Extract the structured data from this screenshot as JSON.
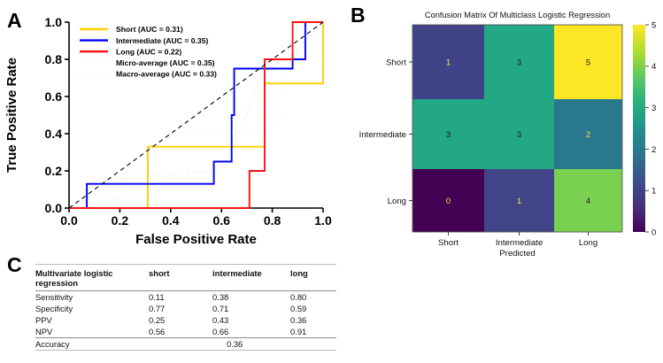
{
  "panels": {
    "a_letter": "A",
    "b_letter": "B",
    "c_letter": "C"
  },
  "roc": {
    "xlabel": "False Positive Rate",
    "ylabel": "True Positive Rate",
    "xticks": [
      "0.0",
      "0.2",
      "0.4",
      "0.6",
      "0.8",
      "1.0"
    ],
    "yticks": [
      "0.0",
      "0.2",
      "0.4",
      "0.6",
      "0.8",
      "1.0"
    ],
    "xlim": [
      0.0,
      1.0
    ],
    "ylim": [
      0.0,
      1.0
    ],
    "legend": [
      {
        "label": "Short (AUC = 0.31)",
        "color": "#FFD100",
        "style": "solid"
      },
      {
        "label": "Intermediate (AUC = 0.35)",
        "color": "#0000F5",
        "style": "solid"
      },
      {
        "label": "Long (AUC = 0.22)",
        "color": "#FF1111",
        "style": "solid"
      },
      {
        "label": "Micro-average (AUC = 0.35)",
        "color": "#20E5F5",
        "style": "dotted"
      },
      {
        "label": "Macro-average (AUC = 0.33)",
        "color": "#5A5A5A",
        "style": "dotted"
      }
    ],
    "chance_line": {
      "color": "#000000",
      "style": "dashed"
    }
  },
  "chart_data": [
    {
      "type": "line",
      "title": "ROC curves of multiclass logistic regression",
      "xlabel": "False Positive Rate",
      "ylabel": "True Positive Rate",
      "xlim": [
        0.0,
        1.0
      ],
      "ylim": [
        0.0,
        1.0
      ],
      "grid": false,
      "legend_position": "upper left",
      "series": [
        {
          "name": "Short",
          "auc": 0.31,
          "color": "#FFD100",
          "linestyle": "solid",
          "x": [
            0.0,
            0.31,
            0.31,
            0.77,
            0.77,
            0.93,
            0.93,
            1.0,
            1.0
          ],
          "y": [
            0.0,
            0.0,
            0.33,
            0.33,
            0.67,
            0.67,
            0.67,
            0.67,
            1.0
          ]
        },
        {
          "name": "Intermediate",
          "auc": 0.35,
          "color": "#0000F5",
          "linestyle": "solid",
          "x": [
            0.0,
            0.07,
            0.07,
            0.57,
            0.57,
            0.64,
            0.64,
            0.65,
            0.65,
            0.88,
            0.88,
            0.93,
            0.93,
            1.0
          ],
          "y": [
            0.0,
            0.0,
            0.13,
            0.13,
            0.25,
            0.25,
            0.5,
            0.5,
            0.75,
            0.75,
            0.8,
            0.8,
            1.0,
            1.0
          ]
        },
        {
          "name": "Long",
          "auc": 0.22,
          "color": "#FF1111",
          "linestyle": "solid",
          "x": [
            0.0,
            0.71,
            0.71,
            0.77,
            0.77,
            0.88,
            0.88,
            1.0
          ],
          "y": [
            0.0,
            0.0,
            0.2,
            0.2,
            0.8,
            0.8,
            1.0,
            1.0
          ]
        },
        {
          "name": "Micro-average",
          "auc": 0.35,
          "color": "#20E5F5",
          "linestyle": "dotted",
          "x": [
            0.0,
            0.06,
            0.06,
            0.3,
            0.3,
            0.35,
            0.35,
            0.41,
            0.41,
            0.41,
            0.41,
            0.77,
            0.77,
            0.8,
            0.8,
            0.88,
            0.88,
            0.94,
            0.94,
            1.0
          ],
          "y": [
            0.0,
            0.0,
            0.05,
            0.05,
            0.05,
            0.09,
            0.13,
            0.13,
            0.25,
            0.36,
            0.41,
            0.41,
            0.41,
            0.41,
            0.67,
            0.75,
            0.75,
            0.95,
            0.95,
            1.0
          ]
        },
        {
          "name": "Macro-average",
          "auc": 0.33,
          "color": "#5A5A5A",
          "linestyle": "dotted",
          "x": [
            0.0,
            0.07,
            0.16,
            0.26,
            0.31,
            0.38,
            0.5,
            0.57,
            0.6,
            0.64,
            0.68,
            0.71,
            0.74,
            0.77,
            0.8,
            0.84,
            0.88,
            0.92,
            0.96,
            1.0
          ],
          "y": [
            0.0,
            0.05,
            0.12,
            0.17,
            0.18,
            0.18,
            0.19,
            0.2,
            0.24,
            0.31,
            0.43,
            0.55,
            0.66,
            0.75,
            0.76,
            0.8,
            0.82,
            0.88,
            0.94,
            1.0
          ]
        },
        {
          "name": "Chance",
          "color": "#000000",
          "linestyle": "dashed",
          "x": [
            0.0,
            1.0
          ],
          "y": [
            0.0,
            1.0
          ]
        }
      ]
    },
    {
      "type": "heatmap",
      "title": "Confusion Matrix Of Multiclass Logistic Regression",
      "xlabel": "Predicted",
      "ylabel": "",
      "x_categories": [
        "Short",
        "Intermediate",
        "Long"
      ],
      "y_categories": [
        "Short",
        "Intermediate",
        "Long"
      ],
      "values": [
        [
          1,
          3,
          5
        ],
        [
          3,
          3,
          2
        ],
        [
          0,
          1,
          4
        ]
      ],
      "colormap": "viridis",
      "colorbar": {
        "min": 0,
        "max": 5,
        "ticks": [
          "0",
          "1",
          "2",
          "3",
          "4",
          "5"
        ]
      },
      "cell_colors": [
        [
          "#404387",
          "#22a884",
          "#fde725"
        ],
        [
          "#22a884",
          "#22a884",
          "#2a788e"
        ],
        [
          "#440154",
          "#414487",
          "#7ad151"
        ]
      ],
      "cell_text_colors": [
        [
          "#f0e442",
          "#1a1a1a",
          "#1a1a1a"
        ],
        [
          "#1a1a1a",
          "#1a1a1a",
          "#f0e442"
        ],
        [
          "#f0e442",
          "#f0e442",
          "#1a1a1a"
        ]
      ]
    }
  ],
  "confusion_matrix": {
    "title": "Confusion Matrix Of Multiclass Logistic Regression",
    "xlabel": "Predicted",
    "row_labels": [
      "Short",
      "Intermediate",
      "Long"
    ],
    "col_labels": [
      "Short",
      "Intermediate",
      "Long"
    ],
    "rows": [
      {
        "label": "Short",
        "cells": [
          "1",
          "3",
          "5"
        ]
      },
      {
        "label": "Intermediate",
        "cells": [
          "3",
          "3",
          "2"
        ]
      },
      {
        "label": "Long",
        "cells": [
          "0",
          "1",
          "4"
        ]
      }
    ],
    "colorbar_ticks": [
      "0",
      "1",
      "2",
      "3",
      "4",
      "5"
    ]
  },
  "table": {
    "headers": {
      "metric": "Multivariate logistic regression",
      "short": "short",
      "intermediate": "intermediate",
      "long": "long"
    },
    "rows": [
      {
        "metric": "Sensitivity",
        "short": "0.11",
        "intermediate": "0.38",
        "long": "0.80"
      },
      {
        "metric": "Specificity",
        "short": "0.77",
        "intermediate": "0.71",
        "long": "0.59"
      },
      {
        "metric": "PPV",
        "short": "0.25",
        "intermediate": "0.43",
        "long": "0.36"
      },
      {
        "metric": "NPV",
        "short": "0.56",
        "intermediate": "0.66",
        "long": "0.91"
      }
    ],
    "accuracy": {
      "label": "Accuracy",
      "value": "0.36"
    }
  }
}
